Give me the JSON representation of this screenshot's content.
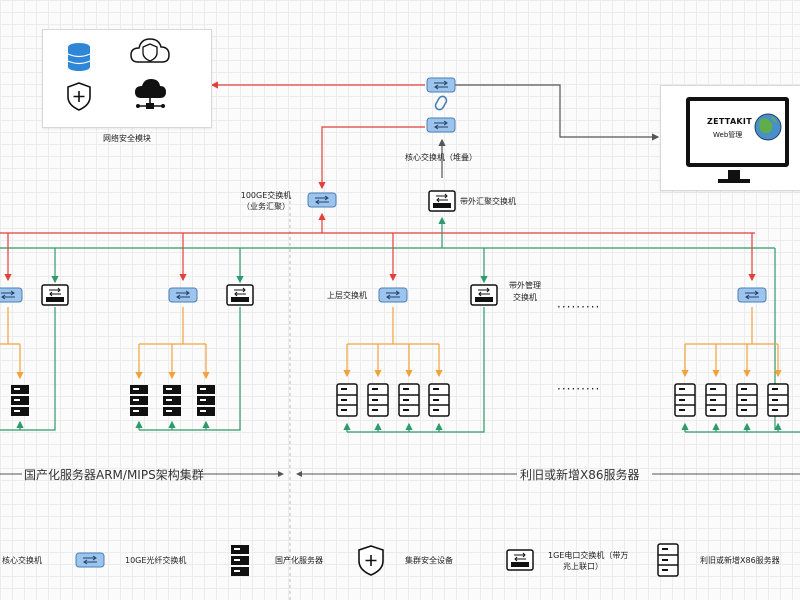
{
  "security_module": {
    "label": "网络安全模块"
  },
  "core_switch": {
    "label": "核心交换机（堆叠）"
  },
  "agg_switch": {
    "label_line1": "100GE交换机",
    "label_line2": "（业务汇聚）"
  },
  "oob_agg_switch": {
    "label": "带外汇聚交换机"
  },
  "monitor": {
    "brand": "ZETTAKIT",
    "sub": "Web管理"
  },
  "tor_switch": {
    "label": "上层交换机"
  },
  "oob_mgmt_switch": {
    "label_line1": "带外管理",
    "label_line2": "交换机"
  },
  "sections": {
    "left": "国产化服务器ARM/MIPS架构集群",
    "right": "利旧或新增X86服务器"
  },
  "legend": {
    "core_switch": "核心交换机",
    "fiber_switch": "10GE光纤交换机",
    "domestic_server": "国产化服务器",
    "cluster_security": "集群安全设备",
    "elec_switch_line1": "1GE电口交换机（带万",
    "elec_switch_line2": "兆上联口）",
    "x86_server": "利旧或新增X86服务器"
  },
  "colors": {
    "red_link": "#e0413a",
    "green_link": "#2f9a6a",
    "orange_link": "#f2a23c",
    "gray_link": "#555555",
    "switch_blue": "#9cc4ec",
    "switch_border": "#4a7fb5"
  },
  "ellipsis": "·········"
}
